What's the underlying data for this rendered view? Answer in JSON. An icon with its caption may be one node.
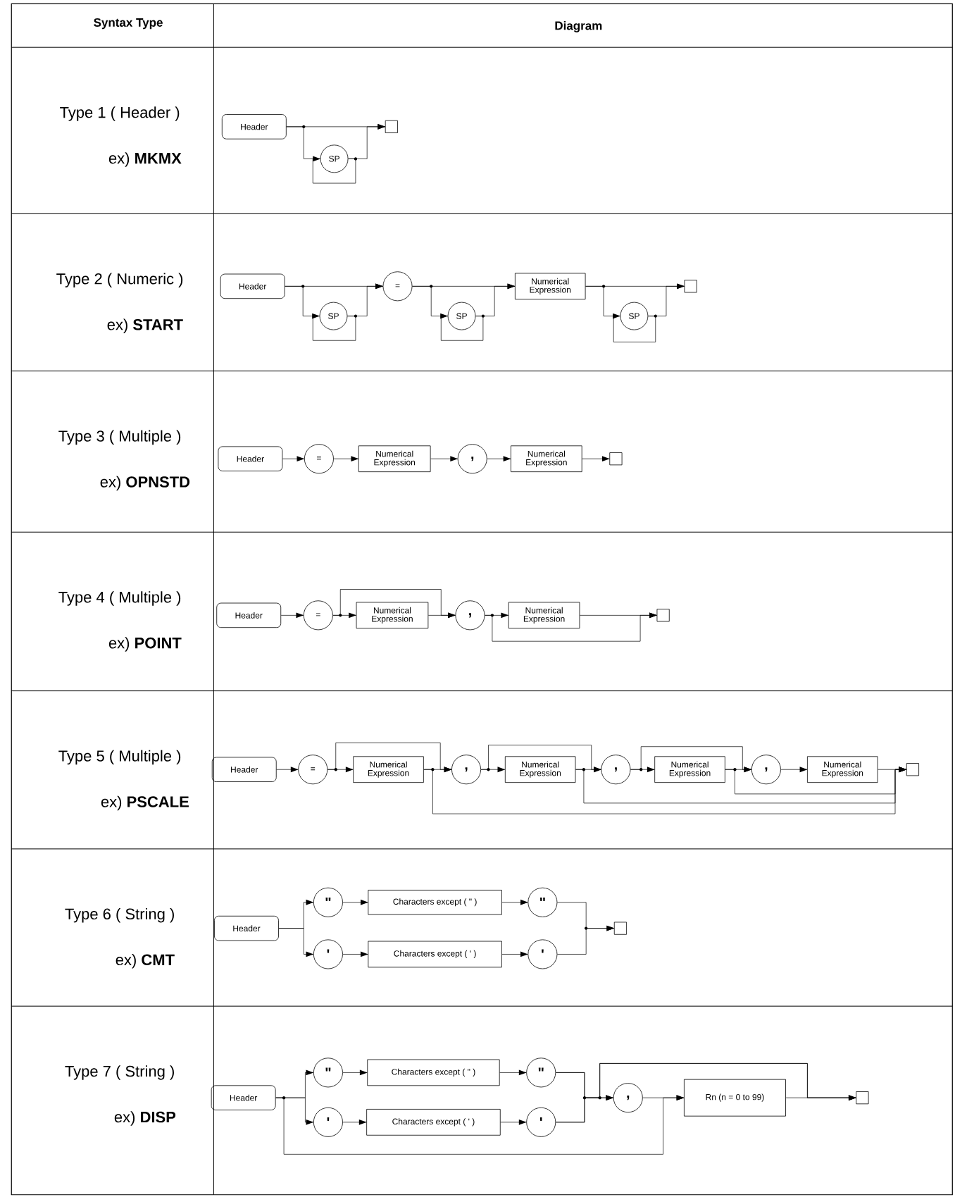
{
  "diagram": {
    "nodes": [
      {
        "text": [
          "Header"
        ]
      },
      {
        "text": [
          "SP"
        ]
      },
      {
        "text": [],
        "shape": "box"
      },
      {
        "text": [
          "Header"
        ]
      },
      {
        "text": [
          "SP"
        ]
      },
      {
        "text": [
          "="
        ]
      },
      {
        "text": [
          "SP"
        ]
      },
      {
        "text": [
          "Numerical Expression"
        ]
      },
      {
        "text": [
          "SP"
        ]
      },
      {
        "text": [],
        "shape": "box"
      },
      {
        "text": [
          "Header"
        ]
      },
      {
        "text": [
          "="
        ]
      },
      {
        "text": [
          "Numerical Expression"
        ]
      },
      {
        "text": [
          ","
        ]
      },
      {
        "text": [
          "Numerical Expression"
        ]
      },
      {
        "text": [],
        "shape": "box"
      },
      {
        "text": [
          "Header"
        ]
      },
      {
        "text": [
          "="
        ]
      },
      {
        "text": [
          "Numerical Expression"
        ]
      },
      {
        "text": [
          ","
        ]
      },
      {
        "text": [
          "Numerical Expression"
        ]
      },
      {
        "text": [],
        "shape": "box"
      },
      {
        "text": [
          "Header"
        ]
      },
      {
        "text": [
          "="
        ]
      },
      {
        "text": [
          "Numerical Expression"
        ]
      },
      {
        "text": [
          ","
        ]
      },
      {
        "text": [
          "Numerical Expression"
        ]
      },
      {
        "text": [
          ","
        ]
      },
      {
        "text": [
          "Numerical Expression"
        ]
      },
      {
        "text": [
          ","
        ]
      },
      {
        "text": [
          "Numerical Expression"
        ]
      },
      {
        "text": [],
        "shape": "box"
      },
      {
        "text": [
          "Header"
        ]
      },
      {
        "text": [
          "\""
        ]
      },
      {
        "text": [
          "Characters except ( \" )"
        ]
      },
      {
        "text": [
          "\""
        ]
      },
      {
        "text": [
          "'"
        ]
      },
      {
        "text": [
          "Characters except ( ' )"
        ]
      },
      {
        "text": [
          "'"
        ]
      },
      {
        "text": [],
        "shape": "box"
      },
      {
        "text": [
          "Header"
        ]
      },
      {
        "text": [
          "\""
        ]
      },
      {
        "text": [
          "Characters except ( \" )"
        ]
      },
      {
        "text": [
          "\""
        ]
      },
      {
        "text": [
          "'"
        ]
      },
      {
        "text": [
          "Characters except ( ' )"
        ]
      },
      {
        "text": [
          "'"
        ]
      },
      {
        "text": [
          ","
        ]
      },
      {
        "text": [
          "Rn (n = 0 to 99)"
        ]
      },
      {
        "text": [],
        "shape": "box"
      }
    ],
    "edges": [
      {
        "from": 0,
        "to": 2,
        "arrow": "to"
      },
      {
        "from": 0,
        "to": 1,
        "arrow": "none"
      },
      {
        "from": 1,
        "to": 1,
        "arrow": "to"
      },
      {
        "from": 1,
        "to": 2,
        "arrow": "to"
      },
      {
        "from": 3,
        "to": 5,
        "arrow": "to"
      },
      {
        "from": 3,
        "to": 4,
        "arrow": "none"
      },
      {
        "from": 4,
        "to": 4,
        "arrow": "to"
      },
      {
        "from": 4,
        "to": 5,
        "arrow": "to"
      },
      {
        "from": 5,
        "to": 7,
        "arrow": "to"
      },
      {
        "from": 5,
        "to": 6,
        "arrow": "none"
      },
      {
        "from": 6,
        "to": 6,
        "arrow": "to"
      },
      {
        "from": 6,
        "to": 7,
        "arrow": "to"
      },
      {
        "from": 7,
        "to": 9,
        "arrow": "to"
      },
      {
        "from": 7,
        "to": 8,
        "arrow": "none"
      },
      {
        "from": 8,
        "to": 8,
        "arrow": "to"
      },
      {
        "from": 8,
        "to": 9,
        "arrow": "to"
      },
      {
        "from": 10,
        "to": 11,
        "arrow": "to"
      },
      {
        "from": 11,
        "to": 12,
        "arrow": "to"
      },
      {
        "from": 12,
        "to": 13,
        "arrow": "to"
      },
      {
        "from": 13,
        "to": 14,
        "arrow": "to"
      },
      {
        "from": 14,
        "to": 15,
        "arrow": "to"
      },
      {
        "from": 16,
        "to": 17,
        "arrow": "to"
      },
      {
        "from": 17,
        "to": 18,
        "arrow": "to"
      },
      {
        "from": 18,
        "to": 19,
        "arrow": "to"
      },
      {
        "from": 17,
        "to": 19,
        "arrow": "to"
      },
      {
        "from": 19,
        "to": 20,
        "arrow": "to"
      },
      {
        "from": 20,
        "to": 21,
        "arrow": "to"
      },
      {
        "from": 19,
        "to": 21,
        "arrow": "to"
      },
      {
        "from": 22,
        "to": 23,
        "arrow": "to"
      },
      {
        "from": 23,
        "to": 24,
        "arrow": "to"
      },
      {
        "from": 24,
        "to": 25,
        "arrow": "to"
      },
      {
        "from": 23,
        "to": 25,
        "arrow": "to"
      },
      {
        "from": 25,
        "to": 26,
        "arrow": "to"
      },
      {
        "from": 26,
        "to": 27,
        "arrow": "to"
      },
      {
        "from": 25,
        "to": 27,
        "arrow": "to"
      },
      {
        "from": 27,
        "to": 28,
        "arrow": "to"
      },
      {
        "from": 28,
        "to": 29,
        "arrow": "to"
      },
      {
        "from": 27,
        "to": 29,
        "arrow": "to"
      },
      {
        "from": 29,
        "to": 30,
        "arrow": "to"
      },
      {
        "from": 30,
        "to": 31,
        "arrow": "to"
      },
      {
        "from": 24,
        "to": 31,
        "arrow": "to"
      },
      {
        "from": 26,
        "to": 31,
        "arrow": "to"
      },
      {
        "from": 28,
        "to": 31,
        "arrow": "to"
      },
      {
        "from": 32,
        "to": 33,
        "arrow": "to"
      },
      {
        "from": 32,
        "to": 36,
        "arrow": "to"
      },
      {
        "from": 33,
        "to": 34,
        "arrow": "to"
      },
      {
        "from": 34,
        "to": 35,
        "arrow": "to"
      },
      {
        "from": 36,
        "to": 37,
        "arrow": "to"
      },
      {
        "from": 37,
        "to": 38,
        "arrow": "to"
      },
      {
        "from": 35,
        "to": 39,
        "arrow": "to"
      },
      {
        "from": 38,
        "to": 39,
        "arrow": "to"
      },
      {
        "from": 40,
        "to": 41,
        "arrow": "to"
      },
      {
        "from": 40,
        "to": 44,
        "arrow": "to"
      },
      {
        "from": 41,
        "to": 42,
        "arrow": "to"
      },
      {
        "from": 42,
        "to": 43,
        "arrow": "to"
      },
      {
        "from": 44,
        "to": 45,
        "arrow": "to"
      },
      {
        "from": 45,
        "to": 46,
        "arrow": "to"
      },
      {
        "from": 43,
        "to": 47,
        "arrow": "to"
      },
      {
        "from": 46,
        "to": 47,
        "arrow": "to"
      },
      {
        "from": 43,
        "to": 49,
        "arrow": "to"
      },
      {
        "from": 46,
        "to": 49,
        "arrow": "to"
      },
      {
        "from": 47,
        "to": 48,
        "arrow": "to"
      },
      {
        "from": 48,
        "to": 49,
        "arrow": "to"
      },
      {
        "from": 40,
        "to": 48,
        "arrow": "to"
      }
    ],
    "labels": [
      "Syntax Type",
      "Diagram",
      "Type 1 ( Header )",
      "ex) **MKMX**",
      "Type 2 ( Numeric )",
      "ex) **START**",
      "Type 3 ( Multiple )",
      "ex) **OPNSTD**",
      "Type 4 ( Multiple )",
      "ex) **POINT**",
      "Type 5 ( Multiple )",
      "ex) **PSCALE**",
      "Type 6 ( String )",
      "ex) **CMT**",
      "Type 7 ( String )",
      "ex) **DISP**"
    ]
  }
}
